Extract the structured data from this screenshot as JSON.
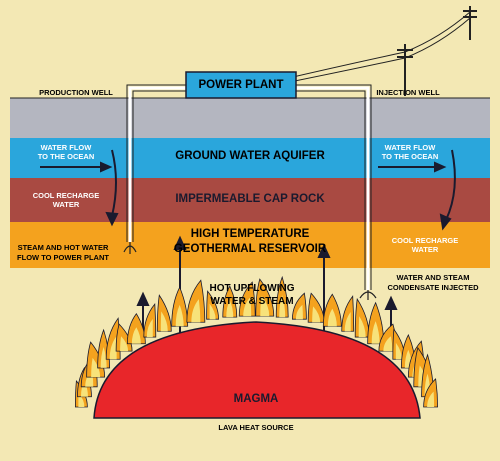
{
  "labels": {
    "power_plant": "POWER PLANT",
    "production_well": "PRODUCTION WELL",
    "injection_well": "INJECTION WELL",
    "ground_water_aquifer": "GROUND WATER AQUIFER",
    "impermeable_cap_rock": "IMPERMEABLE CAP ROCK",
    "reservoir_line1": "HIGH TEMPERATURE",
    "reservoir_line2": "GEOTHERMAL RESERVOIR",
    "water_flow_left_line1": "WATER FLOW",
    "water_flow_left_line2": "TO THE OCEAN",
    "water_flow_right_line1": "WATER FLOW",
    "water_flow_right_line2": "TO THE OCEAN",
    "cool_recharge_left_line1": "COOL RECHARGE",
    "cool_recharge_left_line2": "WATER",
    "cool_recharge_right_line1": "COOL RECHARGE",
    "cool_recharge_right_line2": "WATER",
    "steam_hot_water_line1": "STEAM AND HOT WATER",
    "steam_hot_water_line2": "FLOW TO POWER PLANT",
    "condensate_line1": "WATER AND STEAM",
    "condensate_line2": "CONDENSATE INJECTED",
    "hot_upflowing_line1": "HOT UPFLOWING",
    "hot_upflowing_line2": "WATER & STEAM",
    "magma": "MAGMA",
    "lava_heat_source": "LAVA HEAT SOURCE"
  },
  "colors": {
    "background": "#f3e8b4",
    "surface_layer": "#b4b6c0",
    "aquifer": "#2aa6dc",
    "cap_rock": "#a94a42",
    "reservoir": "#f4a21e",
    "power_plant": "#2aa6dc",
    "magma": "#e8262a",
    "flame_outer": "#f4a21e",
    "flame_inner": "#f7e27a",
    "text_dark": "#1a1a2e"
  }
}
